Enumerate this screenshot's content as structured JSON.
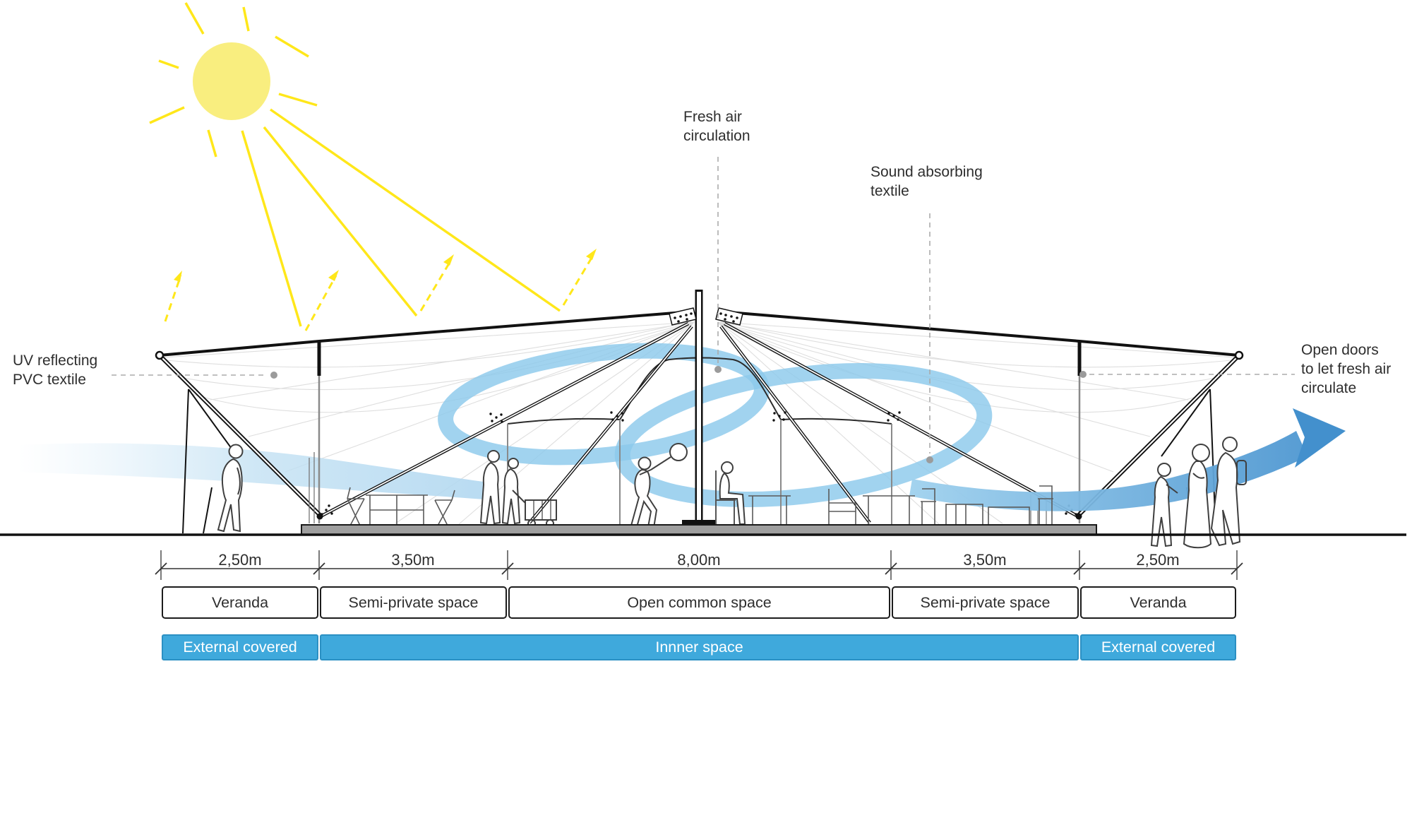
{
  "diagram": {
    "annotations": {
      "uv_textile": "UV reflecting\nPVC textile",
      "fresh_air": "Fresh air\ncirculation",
      "sound_textile": "Sound absorbing\ntextile",
      "open_doors": "Open doors\nto let fresh air\ncirculate"
    },
    "dimensions": {
      "labels": [
        "2,50m",
        "3,50m",
        "8,00m",
        "3,50m",
        "2,50m"
      ]
    },
    "space_labels": [
      "Veranda",
      "Semi-private space",
      "Open common space",
      "Semi-private space",
      "Veranda"
    ],
    "zone_labels": [
      "External covered",
      "Innner space",
      "External covered"
    ],
    "colors": {
      "zone_bar": "#3fa9dc",
      "airflow": "#8cc9eb",
      "arrow": "#4390cd",
      "sun": "#f9ee7f",
      "ray": "#ffe71a",
      "text": "#2e2e2e"
    }
  }
}
